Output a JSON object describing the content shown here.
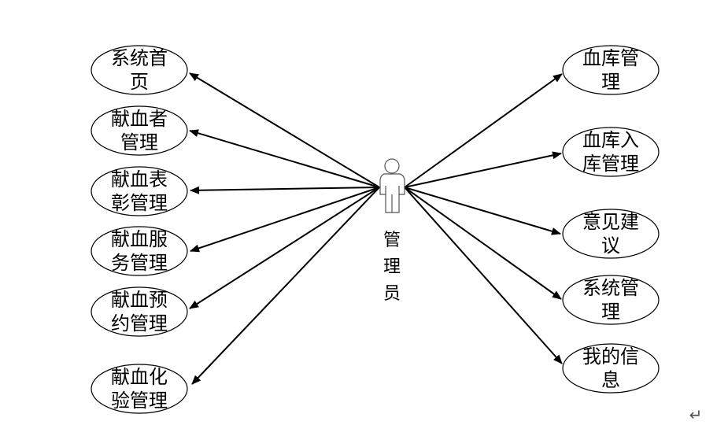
{
  "actor": {
    "label_lines": [
      "管",
      "理",
      "员"
    ]
  },
  "left_use_cases": [
    {
      "lines": [
        "系统首",
        "页"
      ]
    },
    {
      "lines": [
        "献血者",
        "管理"
      ]
    },
    {
      "lines": [
        "献血表",
        "彰管理"
      ]
    },
    {
      "lines": [
        "献血服",
        "务管理"
      ]
    },
    {
      "lines": [
        "献血预",
        "约管理"
      ]
    },
    {
      "lines": [
        "献血化",
        "验管理"
      ]
    }
  ],
  "right_use_cases": [
    {
      "lines": [
        "血库管",
        "理"
      ]
    },
    {
      "lines": [
        "血库入",
        "库管理"
      ]
    },
    {
      "lines": [
        "意见建",
        "议"
      ]
    },
    {
      "lines": [
        "系统管",
        "理"
      ]
    },
    {
      "lines": [
        "我的信",
        "息"
      ]
    }
  ],
  "paragraph_mark": "↵"
}
